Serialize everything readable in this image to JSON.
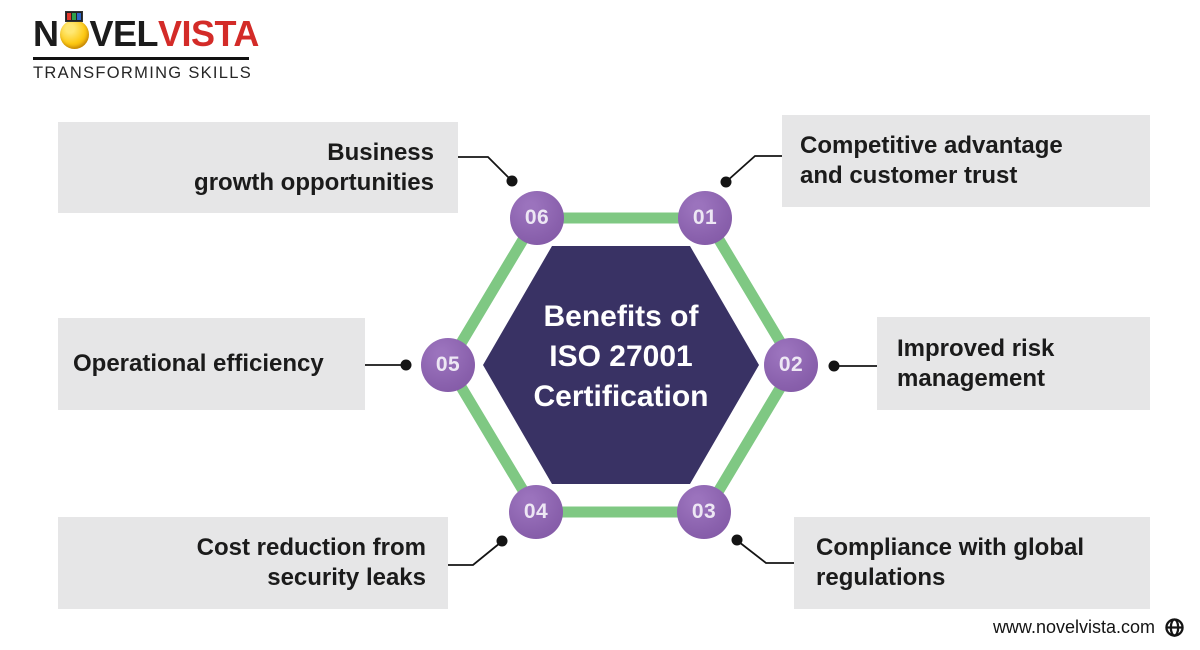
{
  "brand": {
    "name_part1": "N",
    "name_part2": "VEL",
    "name_part3": "VISTA",
    "tagline": "TRANSFORMING SKILLS",
    "vista_color": "#d32b28"
  },
  "diagram": {
    "center_title": "Benefits of\nISO 27001\nCertification",
    "nodes": [
      {
        "number": "01",
        "label": "Competitive advantage\nand customer trust"
      },
      {
        "number": "02",
        "label": "Improved risk\nmanagement"
      },
      {
        "number": "03",
        "label": "Compliance with global\nregulations"
      },
      {
        "number": "04",
        "label": "Cost reduction from\nsecurity leaks"
      },
      {
        "number": "05",
        "label": "Operational efficiency"
      },
      {
        "number": "06",
        "label": "Business\ngrowth opportunities"
      }
    ],
    "colors": {
      "hexagon_outline_green": "#7fc883",
      "hexagon_fill_navy": "#393264",
      "node_purple": "#8a61ad",
      "label_box_gray": "#e6e6e7",
      "connector_black": "#141414"
    }
  },
  "footer": {
    "website": "www.novelvista.com"
  }
}
